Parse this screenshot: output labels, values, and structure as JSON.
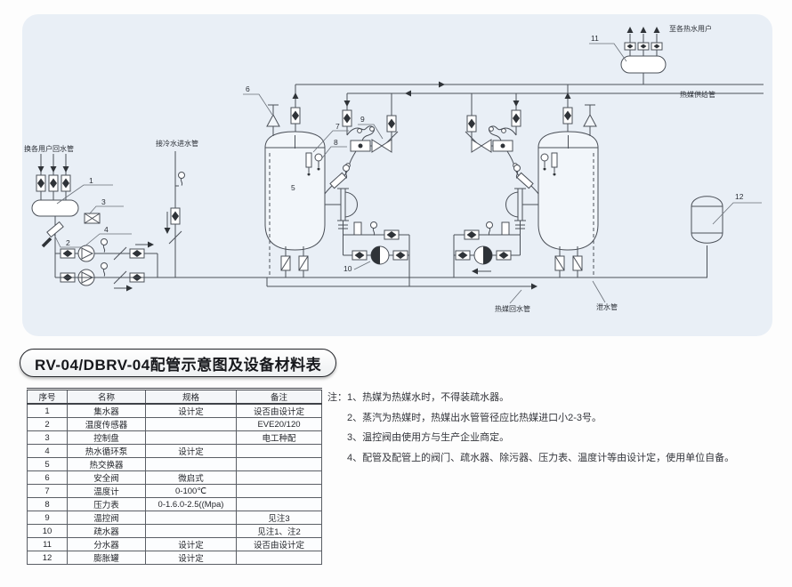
{
  "title": "RV-04/DBRV-04配管示意图及设备材料表",
  "diagram": {
    "labels": {
      "users_return": "换各用户回水管",
      "cold_water_inlet": "接冷水进水管",
      "to_hot_water_users": "至各热水用户",
      "supply_pipe": "热媒供给管",
      "return_pipe": "热媒回水管",
      "drain_pipe": "泄水管"
    },
    "tags": [
      "1",
      "2",
      "3",
      "4",
      "5",
      "6",
      "7",
      "8",
      "9",
      "10",
      "11",
      "12"
    ]
  },
  "table": {
    "headers": [
      "序号",
      "名称",
      "规格",
      "备注"
    ],
    "rows": [
      {
        "no": "1",
        "name": "集水器",
        "spec": "设计定",
        "remark": "设否由设计定"
      },
      {
        "no": "2",
        "name": "温度传感器",
        "spec": "",
        "remark": "EVE20/120"
      },
      {
        "no": "3",
        "name": "控制盘",
        "spec": "",
        "remark": "电工种配"
      },
      {
        "no": "4",
        "name": "热水循环泵",
        "spec": "设计定",
        "remark": ""
      },
      {
        "no": "5",
        "name": "热交换器",
        "spec": "",
        "remark": ""
      },
      {
        "no": "6",
        "name": "安全阀",
        "spec": "微启式",
        "remark": ""
      },
      {
        "no": "7",
        "name": "温度计",
        "spec": "0-100℃",
        "remark": ""
      },
      {
        "no": "8",
        "name": "压力表",
        "spec": "0-1.6.0-2.5((Mpa)",
        "remark": ""
      },
      {
        "no": "9",
        "name": "温控阀",
        "spec": "",
        "remark": "见注3"
      },
      {
        "no": "10",
        "name": "疏水器",
        "spec": "",
        "remark": "见注1、注2"
      },
      {
        "no": "11",
        "name": "分水器",
        "spec": "设计定",
        "remark": "设否由设计定"
      },
      {
        "no": "12",
        "name": "膨胀罐",
        "spec": "设计定",
        "remark": ""
      }
    ]
  },
  "notes": {
    "prefix": "注：",
    "items": [
      "1、热媒为热媒水时，不得装疏水器。",
      "2、蒸汽为热媒时，热媒出水管管径应比热媒进口小2-3号。",
      "3、温控阀由使用方与生产企业商定。",
      "4、配管及配管上的阀门、疏水器、除污器、压力表、温度计等由设计定，使用单位自备。"
    ]
  },
  "colors": {
    "panel_bg": "#e9eff6",
    "line": "#4b5058",
    "text": "#2b2f36"
  }
}
